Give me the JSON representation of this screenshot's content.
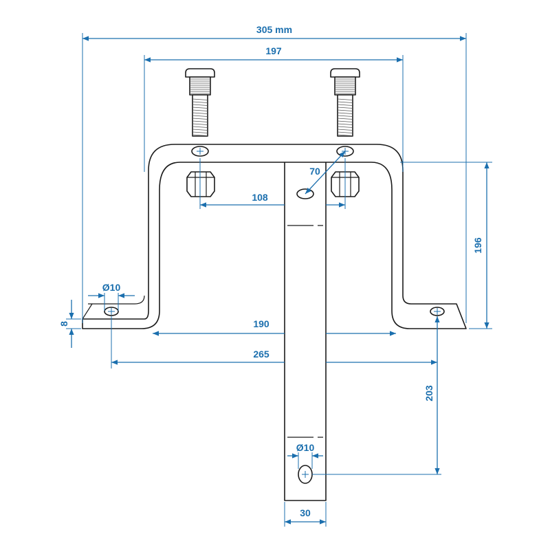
{
  "dimensions": {
    "overall_width": "305 mm",
    "bolt_span": "197",
    "bolt_diagonal": "70",
    "nut_offset": "108",
    "height": "196",
    "foot_thickness": "8",
    "foot_hole": "Ø10",
    "inner_width": "190",
    "foot_hole_span": "265",
    "bar_hole_distance": "203",
    "bar_hole": "Ø10",
    "bar_width": "30"
  },
  "colors": {
    "dimension": "#1b6fae",
    "outline": "#1a1a1a"
  }
}
